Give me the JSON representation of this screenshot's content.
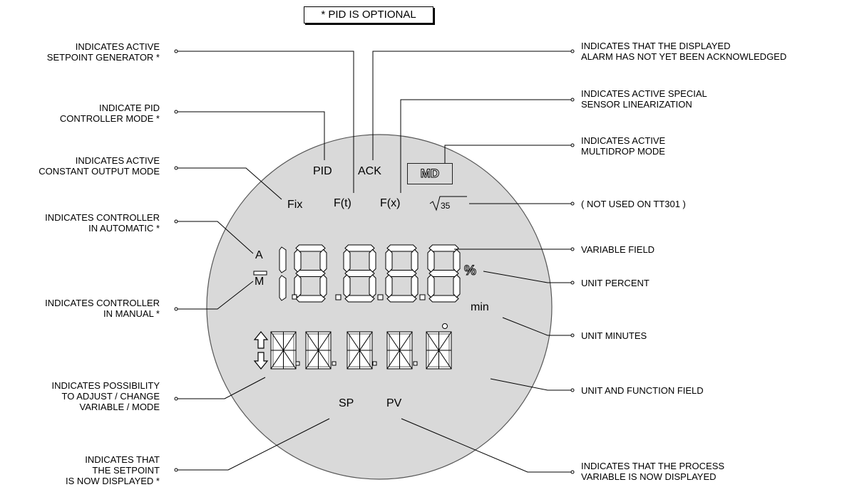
{
  "note": "* PID IS OPTIONAL",
  "display": {
    "indicators": {
      "pid": "PID",
      "ack": "ACK",
      "md": "MD",
      "fix": "Fix",
      "ft": "F(t)",
      "fx": "F(x)",
      "sqrt": "35",
      "a": "A",
      "m": "M",
      "percent": "%",
      "min": "min",
      "sp": "SP",
      "pv": "PV"
    }
  },
  "callouts": {
    "setpoint_generator": "INDICATES ACTIVE\nSETPOINT GENERATOR *",
    "pid_mode": "INDICATE PID\nCONTROLLER MODE *",
    "constant_output": "INDICATES ACTIVE\nCONSTANT OUTPUT MODE",
    "automatic": "INDICATES CONTROLLER\nIN AUTOMATIC *",
    "manual": "INDICATES CONTROLLER\nIN MANUAL *",
    "adjust": "INDICATES POSSIBILITY\nTO ADJUST / CHANGE\nVARIABLE / MODE",
    "setpoint_displayed": "INDICATES THAT\nTHE SETPOINT\nIS NOW DISPLAYED *",
    "ack": "INDICATES THAT THE DISPLAYED\nALARM HAS NOT YET BEEN ACKNOWLEDGED",
    "linearization": "INDICATES ACTIVE SPECIAL\nSENSOR LINEARIZATION",
    "multidrop": "INDICATES ACTIVE\nMULTIDROP MODE",
    "not_used": "( NOT USED ON TT301 )",
    "variable_field": "VARIABLE FIELD",
    "unit_percent": "UNIT PERCENT",
    "unit_minutes": "UNIT MINUTES",
    "unit_function": "UNIT AND FUNCTION FIELD",
    "pv_displayed": "INDICATES THAT THE PROCESS\nVARIABLE IS NOW DISPLAYED"
  },
  "colors": {
    "lcd_face": "#d9d9d9",
    "segment_fill": "#ffffff",
    "line": "#000000"
  }
}
